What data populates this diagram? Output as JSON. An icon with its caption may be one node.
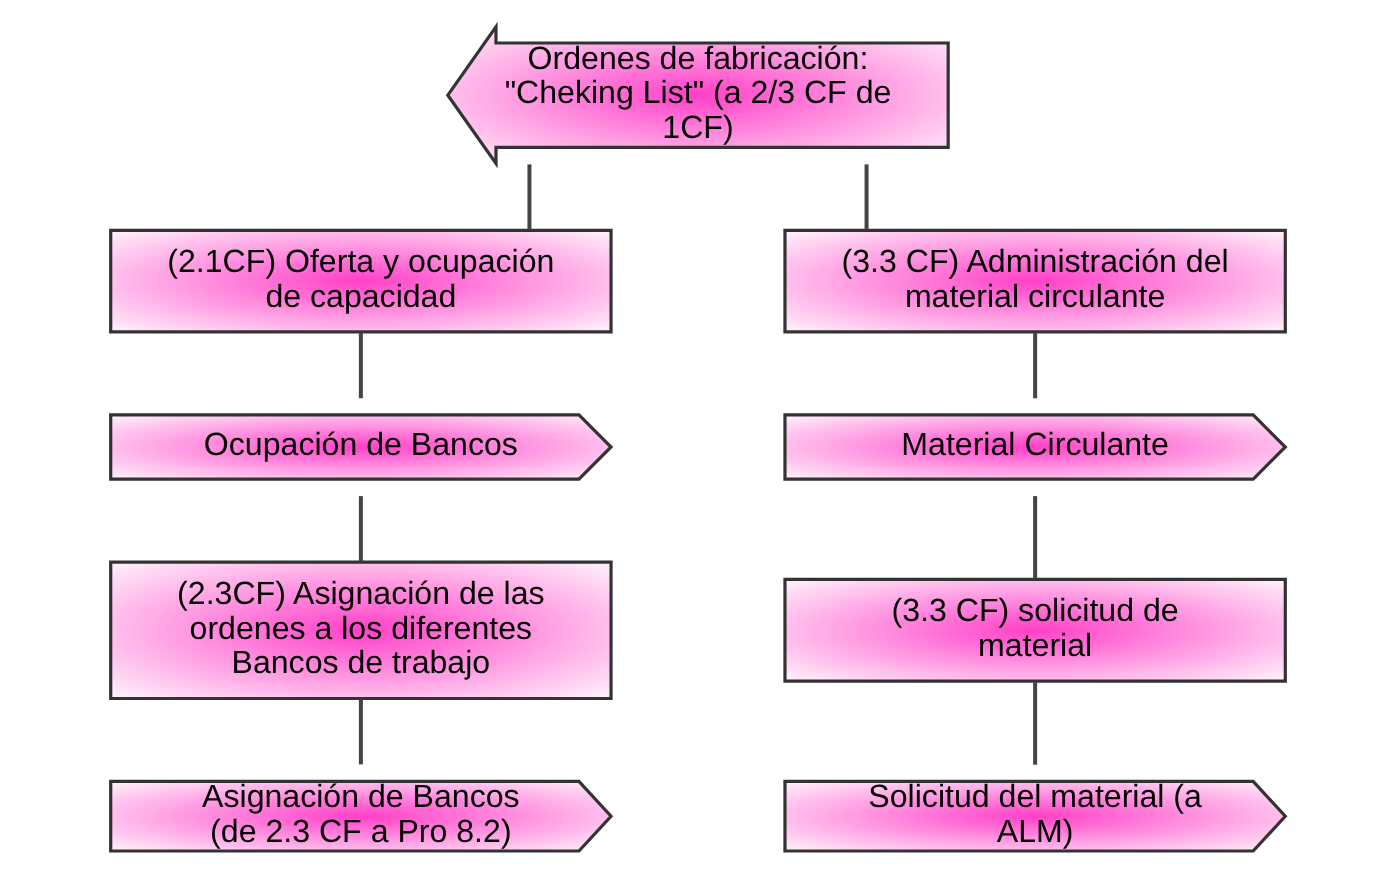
{
  "diagram": {
    "nodes": [
      {
        "text": [
          "Ordenes de fabricación: \"Cheking List\" (a 2/3 CF de 1CF)"
        ]
      },
      {
        "text": [
          "(2.1CF) Oferta y ocupación de capacidad"
        ]
      },
      {
        "text": [
          "Ocupación de Bancos"
        ]
      },
      {
        "text": [
          "(2.3CF) Asignación de las ordenes a los diferentes Bancos de trabajo"
        ]
      },
      {
        "text": [
          "Asignación de Bancos (de 2.3 CF a Pro 8.2)"
        ]
      },
      {
        "text": [
          "(3.3 CF) Administración del material circulante"
        ]
      },
      {
        "text": [
          "Material Circulante"
        ]
      },
      {
        "text": [
          "(3.3 CF) solicitud de material"
        ]
      },
      {
        "text": [
          "Solicitud del material (a ALM)"
        ]
      }
    ],
    "edges": [
      {
        "from": 0,
        "to": 1,
        "arrow": "none"
      },
      {
        "from": 0,
        "to": 5,
        "arrow": "none"
      },
      {
        "from": 1,
        "to": 2,
        "arrow": "none"
      },
      {
        "from": 2,
        "to": 3,
        "arrow": "none"
      },
      {
        "from": 3,
        "to": 4,
        "arrow": "none"
      },
      {
        "from": 5,
        "to": 6,
        "arrow": "none"
      },
      {
        "from": 6,
        "to": 7,
        "arrow": "none"
      },
      {
        "from": 7,
        "to": 8,
        "arrow": "none"
      }
    ]
  }
}
